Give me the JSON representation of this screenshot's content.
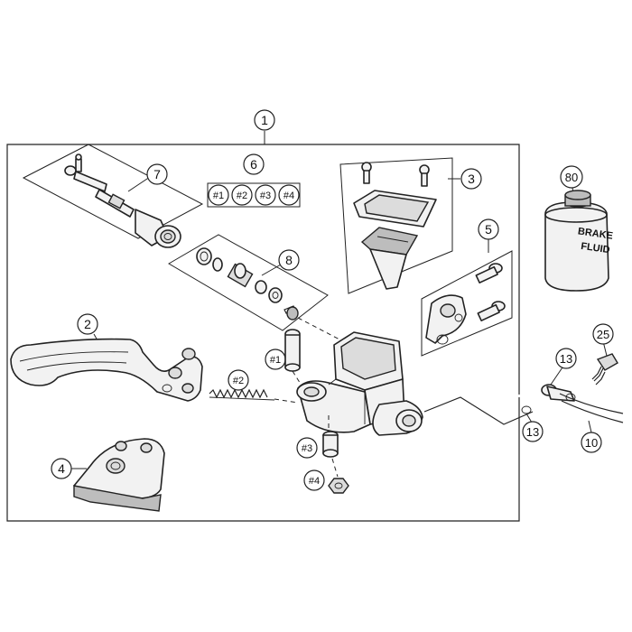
{
  "callouts": {
    "c1": "1",
    "c2": "2",
    "c3": "3",
    "c4": "4",
    "c5": "5",
    "c6": "6",
    "c7": "7",
    "c8": "8",
    "c10": "10",
    "c13a": "13",
    "c13b": "13",
    "c25": "25",
    "c80": "80"
  },
  "kit_tags": {
    "k1": "#1",
    "k2": "#2",
    "k3": "#3",
    "k4": "#4",
    "b1": "#1",
    "b2": "#2",
    "b3": "#3",
    "b4": "#4"
  },
  "bottle": {
    "line1": "BRAKE",
    "line2": "FLUID"
  }
}
